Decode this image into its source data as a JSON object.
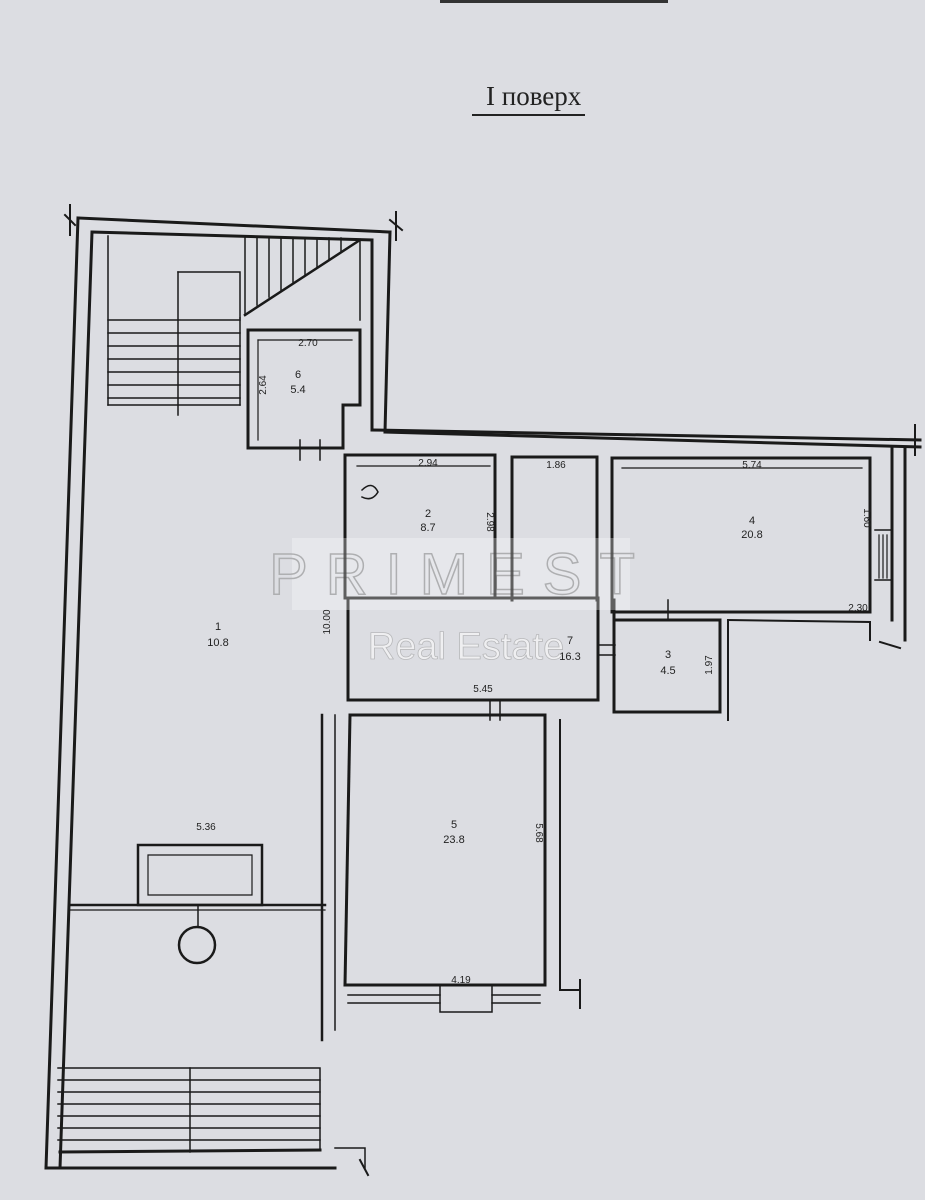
{
  "title": "I поверх",
  "rooms": [
    {
      "id": "1",
      "number": "1",
      "area": "10.8"
    },
    {
      "id": "2",
      "number": "2",
      "area": "8.7"
    },
    {
      "id": "3",
      "number": "3",
      "area": "4.5"
    },
    {
      "id": "4",
      "number": "4",
      "area": "20.8"
    },
    {
      "id": "5",
      "number": "5",
      "area": "23.8"
    },
    {
      "id": "6",
      "number": "6",
      "area": "5.4"
    },
    {
      "id": "7",
      "number": "7",
      "area": "16.3"
    }
  ],
  "dimensions": {
    "d270": "2.70",
    "d264": "2.64",
    "d294": "2.94",
    "d298": "2.98",
    "d186": "1.86",
    "d574": "5.74",
    "d160": "1.60",
    "d230": "2.30",
    "d197": "1.97",
    "d1000": "10.00",
    "d545": "5.45",
    "d536": "5.36",
    "d568": "5.68",
    "d419": "4.19"
  },
  "watermark": {
    "brand": "PRIMEST",
    "subtitle": "Real Estate"
  }
}
